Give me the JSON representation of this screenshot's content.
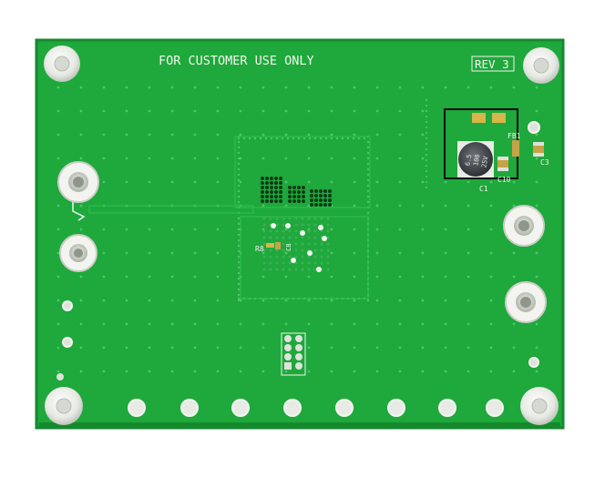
{
  "board": {
    "top_label": "FOR CUSTOMER USE ONLY",
    "revision": "REV 3",
    "colors": {
      "solder_mask": "#1fa83c",
      "solder_mask_dark": "#158a2c",
      "silkscreen": "#f2f5ee",
      "copper_pad": "#c8cdc4",
      "gold_pad": "#d8b64a",
      "standoff": "#eef0ec",
      "background": "#ffffff"
    },
    "designators": {
      "r8": "R8",
      "c8": "C8",
      "c1": "C1",
      "c10": "C10",
      "fb1": "FB1",
      "c3": "C3"
    },
    "capacitor_marking": {
      "line1": "6.5",
      "line2": "100",
      "line3": "25V"
    }
  }
}
